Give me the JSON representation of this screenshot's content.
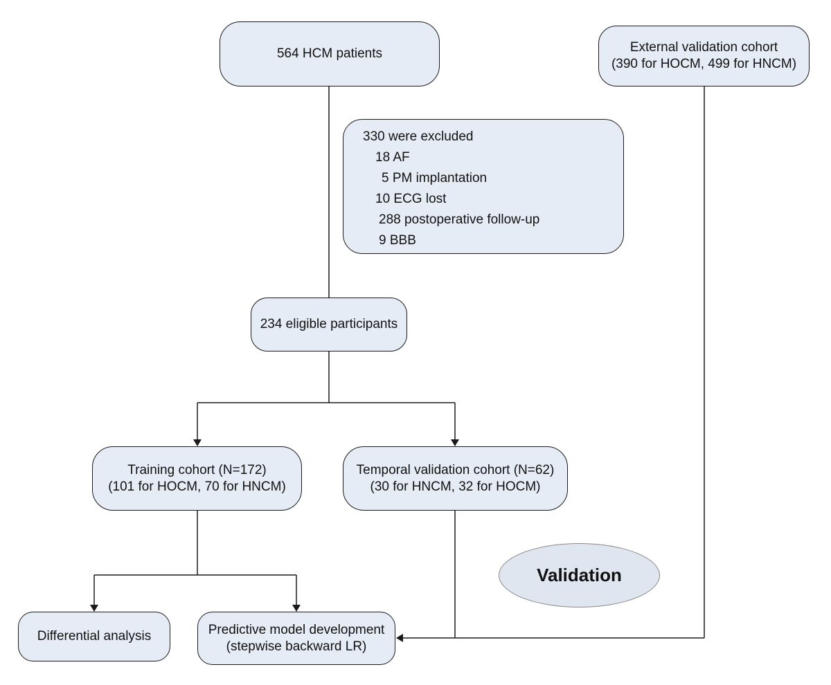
{
  "nodes": {
    "start": "564 HCM patients",
    "external": [
      "External validation cohort",
      "(390 for HOCM, 499 for HNCM)"
    ],
    "excluded": {
      "title": "330 were excluded",
      "items": [
        "18 AF",
        "5 PM implantation",
        "10 ECG lost",
        "288 postoperative follow-up",
        "9 BBB"
      ]
    },
    "eligible": "234 eligible participants",
    "training": [
      "Training cohort (N=172)",
      "(101 for HOCM, 70 for HNCM)"
    ],
    "temporal": [
      "Temporal validation cohort (N=62)",
      "(30 for HNCM, 32 for HOCM)"
    ],
    "differential": "Differential analysis",
    "predictive": [
      "Predictive model development",
      "(stepwise backward LR)"
    ],
    "validation_label": "Validation"
  },
  "colors": {
    "box_fill": "#e6ecf5",
    "oval_fill": "#dfe6f0",
    "line": "#1a1a1a"
  }
}
